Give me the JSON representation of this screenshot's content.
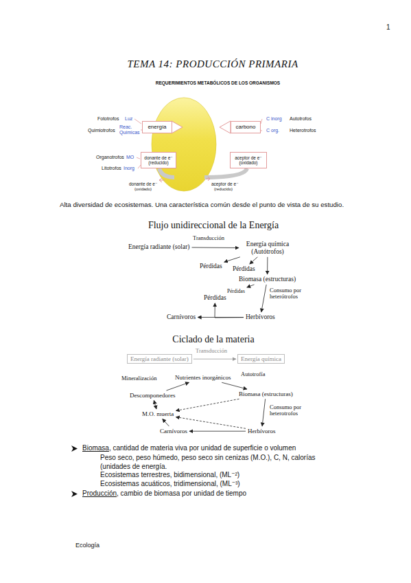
{
  "diagram": {
    "title": "TEMA 14: PRODUCCIÓN PRIMARIA",
    "nodes": [
      {
        "text": [
          "energía"
        ]
      },
      {
        "text": [
          "carbono"
        ]
      },
      {
        "text": [
          "donante de e⁻",
          "(reducido)"
        ]
      },
      {
        "text": [
          "aceptor de e⁻",
          "(oxidado)"
        ]
      },
      {
        "text": [
          "Energía radiante (solar)"
        ]
      },
      {
        "text": [
          "Energía química (Autótrofos)"
        ]
      },
      {
        "text": [
          "Pérdidas"
        ]
      },
      {
        "text": [
          "Pérdidas"
        ]
      },
      {
        "text": [
          "Biomasa (estructuras)"
        ]
      },
      {
        "text": [
          "Pérdidas"
        ]
      },
      {
        "text": [
          "Pérdidas"
        ]
      },
      {
        "text": [
          "Carnívoros"
        ]
      },
      {
        "text": [
          "Herbívoros"
        ]
      },
      {
        "text": [
          "Energía radiante (solar)"
        ]
      },
      {
        "text": [
          "Energía química"
        ]
      },
      {
        "text": [
          "Nutrientes inorgánicos"
        ]
      },
      {
        "text": [
          "Descomponedores"
        ]
      },
      {
        "text": [
          "Biomasa (estructuras)"
        ]
      },
      {
        "text": [
          "M.O. muerta"
        ]
      },
      {
        "text": [
          "Carnívoros"
        ]
      },
      {
        "text": [
          "Herbívoros"
        ]
      }
    ],
    "edges": [
      {
        "from": 4,
        "to": 5,
        "arrow": "to",
        "label": "Transducción"
      },
      {
        "from": 5,
        "to": 6,
        "arrow": "to"
      },
      {
        "from": 5,
        "to": 7,
        "arrow": "to"
      },
      {
        "from": 5,
        "to": 8,
        "arrow": "to"
      },
      {
        "from": 8,
        "to": 9,
        "arrow": "to"
      },
      {
        "from": 8,
        "to": 12,
        "arrow": "to",
        "label": "Consumo por heterótrofos"
      },
      {
        "from": 12,
        "to": 11,
        "arrow": "to"
      },
      {
        "from": 12,
        "to": 10,
        "arrow": "to"
      },
      {
        "from": 13,
        "to": 14,
        "arrow": "to",
        "label": "Transducción"
      },
      {
        "from": 16,
        "to": 15,
        "arrow": "to",
        "label": "Mineralización"
      },
      {
        "from": 15,
        "to": 17,
        "arrow": "to",
        "label": "Autotrofía"
      },
      {
        "from": 16,
        "to": 18,
        "arrow": "both"
      },
      {
        "from": 17,
        "to": 18,
        "arrow": "to"
      },
      {
        "from": 20,
        "to": 18,
        "arrow": "to"
      },
      {
        "from": 19,
        "to": 18,
        "arrow": "to"
      },
      {
        "from": 20,
        "to": 19,
        "arrow": "to"
      },
      {
        "from": 17,
        "to": 20,
        "arrow": "to",
        "label": "Consumo por heterotrofos"
      }
    ],
    "labels": [
      "1",
      "REQUERIMIENTOS METABÓLICOS DE LOS ORGANISMOS",
      "Fototrofos",
      "Luz",
      "Quimiotrofos",
      "Reac. Químicas",
      "C inorg",
      "Autotrofos",
      "C org.",
      "Heterotrofos",
      "Organotrofos",
      "MO",
      "Litotrofos",
      "Inorg",
      "donante de e⁻",
      "(oxidado)",
      "aceptor de e⁻",
      "(reducido)",
      "Alta diversidad de ecosistemas. Una característica común desde el punto de vista de su estudio.",
      "Flujo unidireccional de la Energía",
      "Ciclado de la materia",
      "Biomasa",
      ", cantidad de materia viva por unidad de superficie o volumen",
      "Peso seco, peso húmedo, peso seco sin cenizas (M.O.), C, N, calorías (unidades de energía.",
      "Ecosistemas terrestres, bidimensional, (ML⁻²)",
      "Ecosistemas acuáticos, tridimensional, (ML⁻³)",
      "Producción",
      ", cambio de biomasa por unidad de tiempo",
      "Ecología"
    ]
  }
}
